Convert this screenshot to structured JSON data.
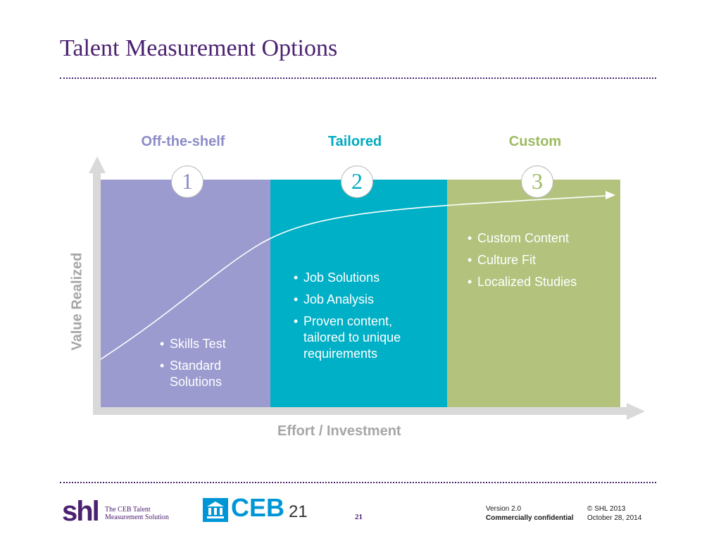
{
  "title": "Talent Measurement Options",
  "columns": [
    {
      "heading": "Off-the-shelf",
      "number": "1",
      "color": "#9b9bcf",
      "heading_color": "#8c8cc8",
      "bullets": [
        "Skills Test",
        "Standard Solutions"
      ]
    },
    {
      "heading": "Tailored",
      "number": "2",
      "color": "#00b0c6",
      "heading_color": "#00aac0",
      "bullets": [
        "Job Solutions",
        "Job Analysis",
        "Proven content, tailored to unique requirements"
      ]
    },
    {
      "heading": "Custom",
      "number": "3",
      "color": "#b3c37e",
      "heading_color": "#9dbb62",
      "bullets": [
        "Custom Content",
        "Culture Fit",
        "Localized Studies"
      ]
    }
  ],
  "axes": {
    "y_label": "Value Realized",
    "x_label": "Effort / Investment"
  },
  "footer": {
    "logo_shl": "shl",
    "shl_tagline_1": "The CEB Talent",
    "shl_tagline_2": "Measurement Solution",
    "logo_ceb": "CEB",
    "page_number": "21",
    "page_number_small": "21",
    "version": "Version 2.0",
    "confidentiality": "Commercially confidential",
    "copyright": "© SHL 2013",
    "date": "October 28, 2014"
  },
  "colors": {
    "brand_purple": "#4b2170",
    "axis_gray": "#d9d9d9",
    "ceb_blue": "#0096d6"
  }
}
